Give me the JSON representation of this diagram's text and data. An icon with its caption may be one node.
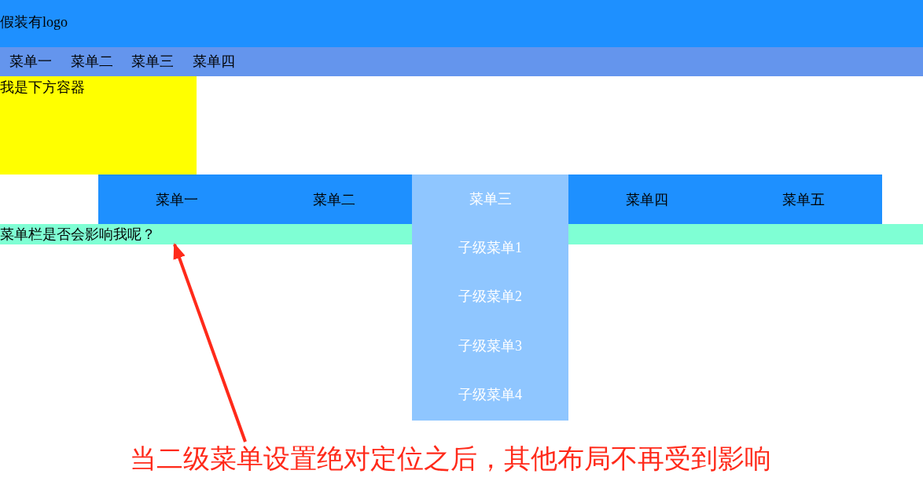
{
  "diagram": {
    "nodes": [
      {
        "text": [
          "假装有logo"
        ]
      },
      {
        "text": [
          "菜单一",
          "菜单二",
          "菜单三",
          "菜单四"
        ]
      },
      {
        "text": [
          "我是下方容器"
        ]
      },
      {
        "text": [],
        "shape": "bar"
      },
      {
        "text": [
          "菜单一"
        ],
        "in": 3
      },
      {
        "text": [
          "菜单二"
        ],
        "in": 3
      },
      {
        "text": [
          "菜单三",
          "子级菜单1",
          "子级菜单2",
          "子级菜单3",
          "子级菜单4"
        ]
      },
      {
        "text": [
          "菜单四"
        ],
        "in": 3
      },
      {
        "text": [
          "菜单五"
        ],
        "in": 3
      },
      {
        "text": [
          "菜单栏是否会影响我呢？"
        ]
      },
      {
        "text": [
          "当二级菜单设置绝对定位之后，其他布局不再受到影响"
        ]
      }
    ],
    "edges": [
      {
        "from": 10,
        "to": 9,
        "arrow": "to",
        "color": "#ff2a1a"
      }
    ]
  }
}
